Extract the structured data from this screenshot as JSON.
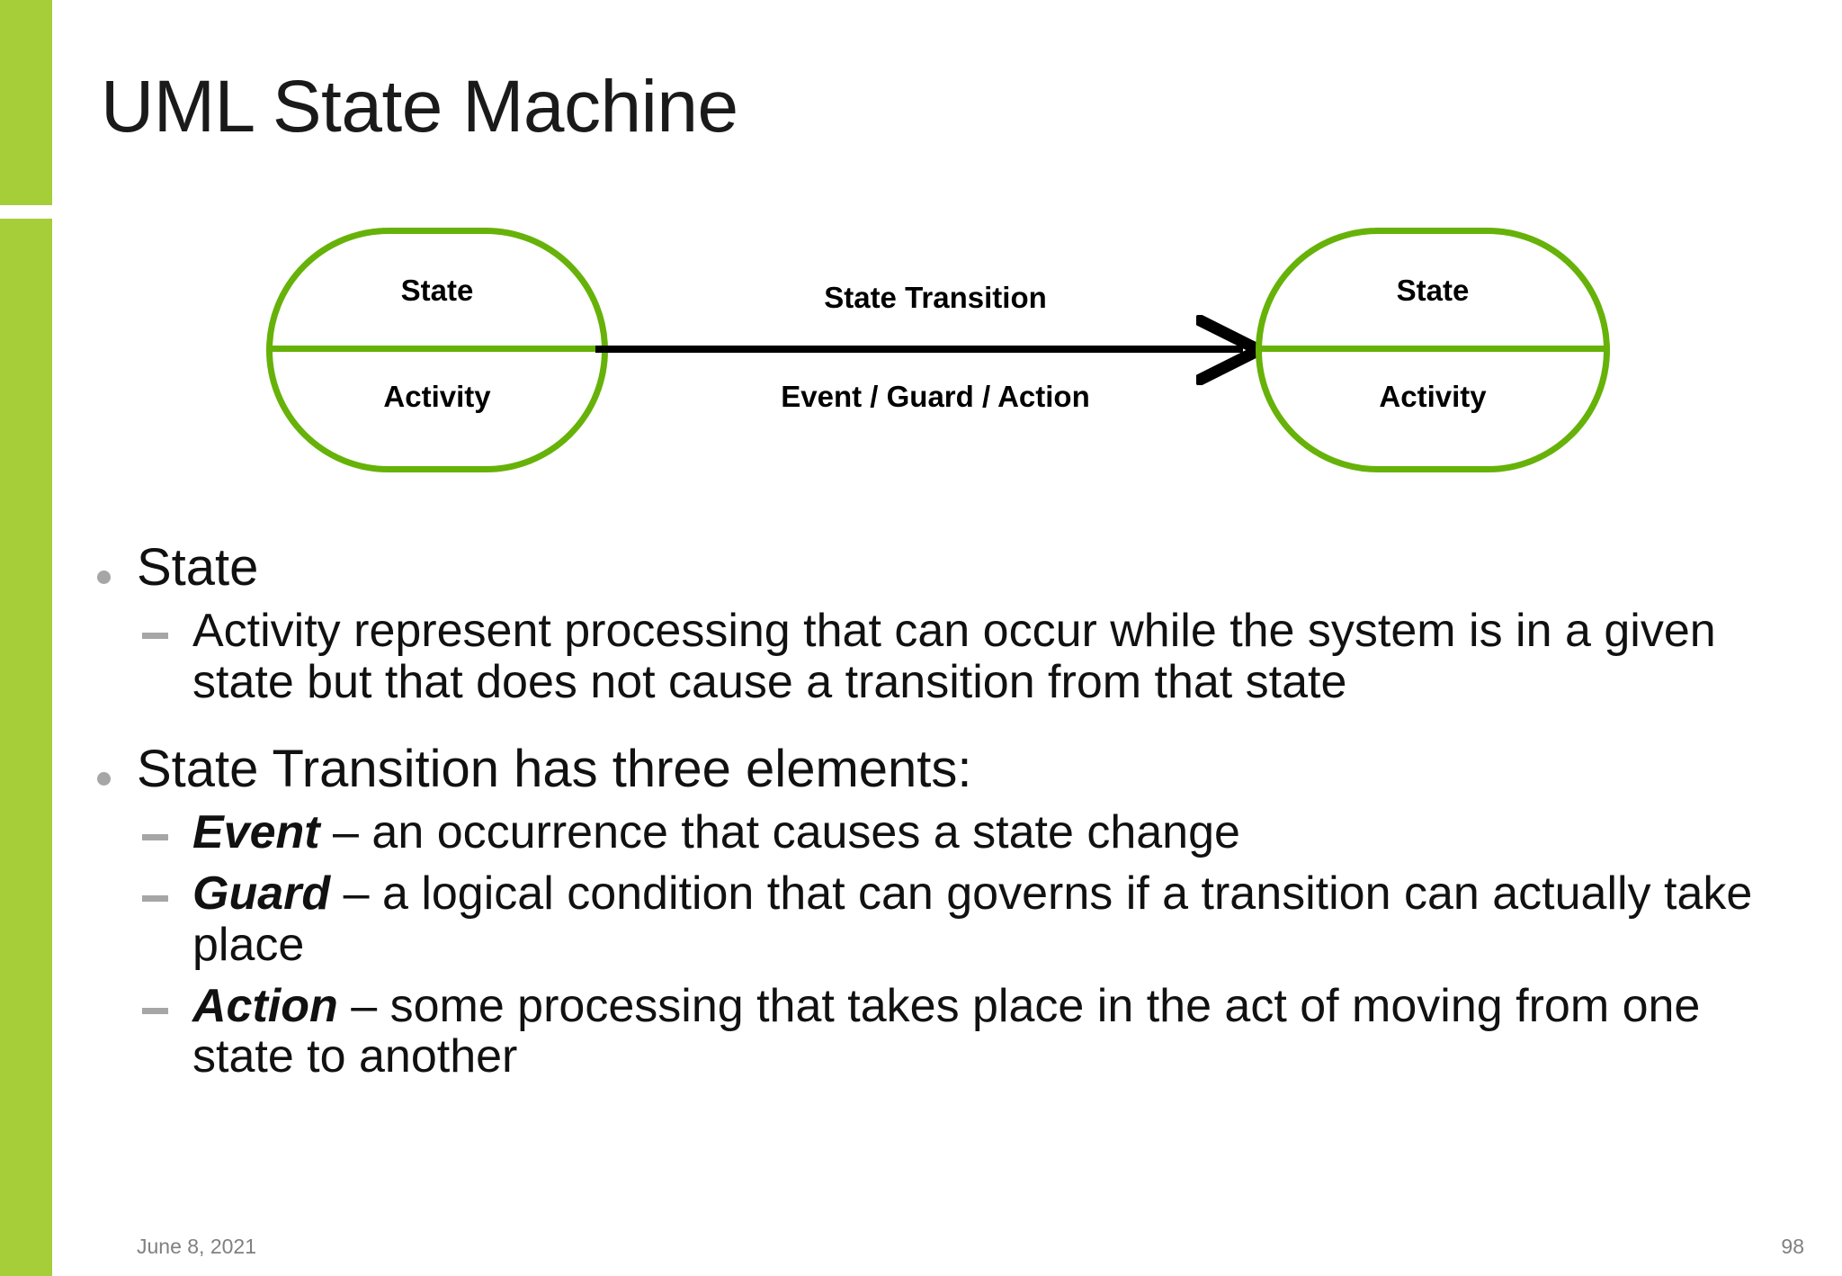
{
  "slide": {
    "title": "UML State Machine",
    "accent_color": "#a6ce39",
    "diagram_stroke_color": "#66b209",
    "arrow_color": "#000000",
    "bullet_color": "#a6a6a6"
  },
  "diagram": {
    "left_node": {
      "state_label": "State",
      "activity_label": "Activity"
    },
    "right_node": {
      "state_label": "State",
      "activity_label": "Activity"
    },
    "transition": {
      "top_label": "State Transition",
      "bottom_label": "Event / Guard / Action"
    }
  },
  "content": {
    "sections": [
      {
        "heading": "State",
        "items": [
          {
            "term": "",
            "text": "Activity represent processing that can occur while the system is in a given state but that does not cause a transition from that state"
          }
        ]
      },
      {
        "heading": "State Transition has three elements:",
        "items": [
          {
            "term": "Event",
            "text": " – an occurrence that causes a state change"
          },
          {
            "term": "Guard",
            "text": " – a logical condition that can governs if a transition can actually take place"
          },
          {
            "term": "Action",
            "text": " – some processing that takes place in the act of moving from one state to another"
          }
        ]
      }
    ]
  },
  "footer": {
    "date": "June 8, 2021",
    "page_number": "98"
  }
}
